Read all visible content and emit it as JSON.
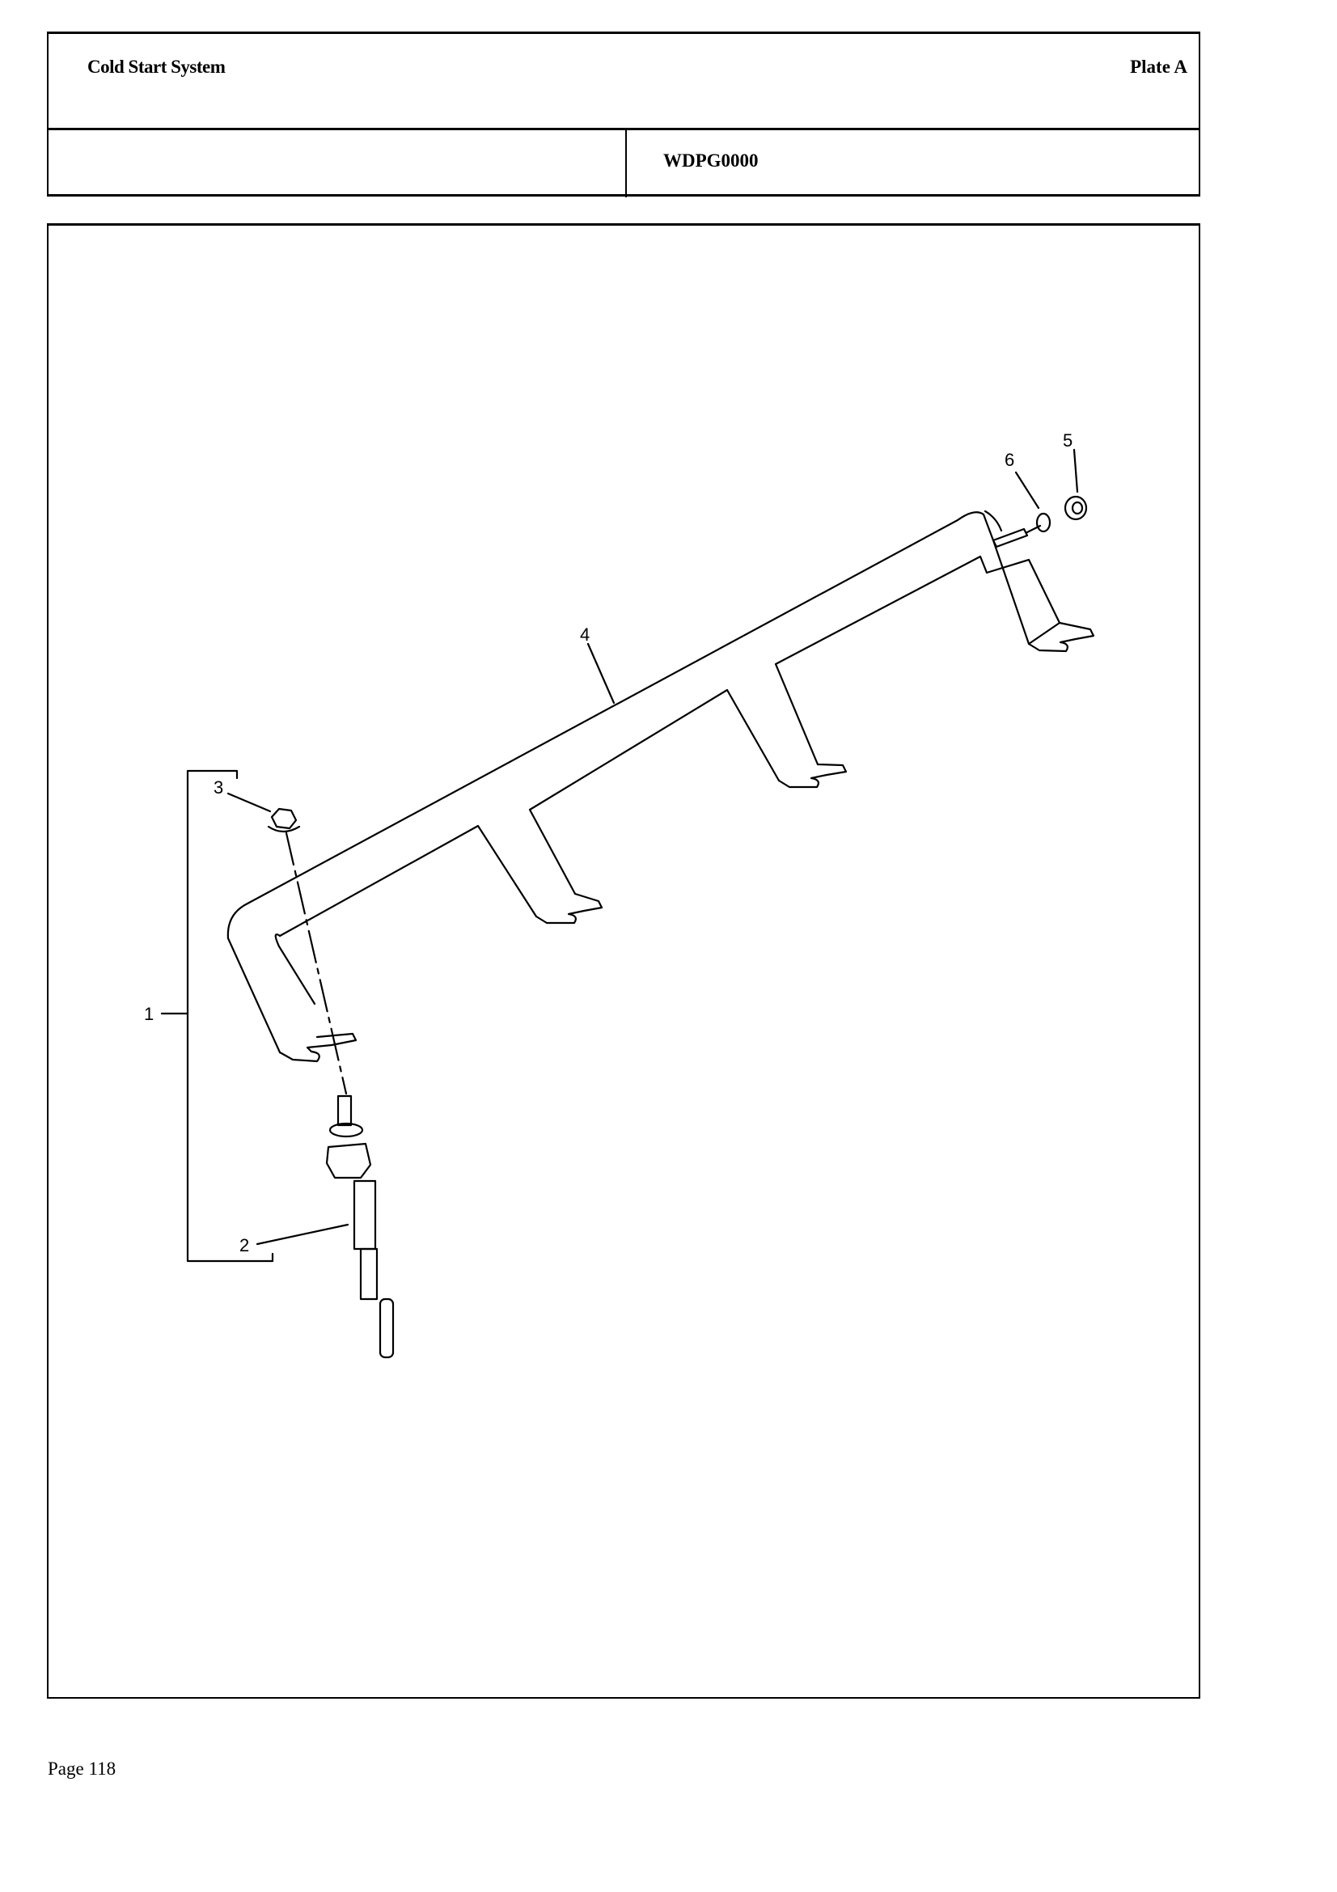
{
  "header": {
    "title": "Cold Start System",
    "plate": "Plate A",
    "code": "WDPG0000"
  },
  "callouts": [
    "1",
    "2",
    "3",
    "4",
    "5",
    "6"
  ],
  "footer": {
    "page": "Page 118"
  }
}
